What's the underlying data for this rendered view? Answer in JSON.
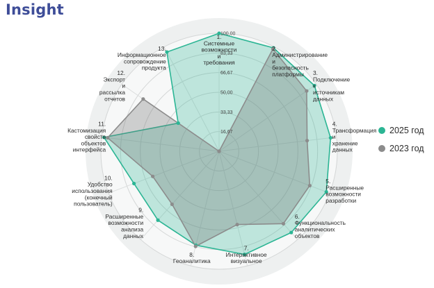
{
  "header": {
    "title": "Insight"
  },
  "chart_data": {
    "type": "radar",
    "title": "",
    "axes": [
      [
        "1.",
        "Системные",
        "возможности",
        "и",
        "требования"
      ],
      [
        "2.",
        "Администрирование",
        "и",
        "безопасность",
        "платформы"
      ],
      [
        "3.",
        "Подключение",
        "к",
        "источникам",
        "данных"
      ],
      [
        "4.",
        "Трансформация",
        "и",
        "хранение",
        "данных"
      ],
      [
        "5.",
        "Расширенные",
        "возможности",
        "разработки"
      ],
      [
        "6.",
        "Функциональность",
        "аналитических",
        "объектов"
      ],
      [
        "7.",
        "Интерактивное",
        "визуальное"
      ],
      [
        "8.",
        "Геоаналитика"
      ],
      [
        "9.",
        "Расширенные",
        "возможности",
        "анализа",
        "данных"
      ],
      [
        "10.",
        "Удобство",
        "использования",
        "(конечный",
        "пользователь)"
      ],
      [
        "11.",
        "Кастомизация",
        "свойств",
        "объектов",
        "интерфейса"
      ],
      [
        "12.",
        "Экспорт",
        "и",
        "рассылка",
        "отчетов"
      ],
      [
        "13.",
        "Информационное",
        "сопровождение",
        "продукта"
      ]
    ],
    "ticks": [
      "16,67",
      "33,33",
      "50,00",
      "66,67",
      "83,33",
      "100,00"
    ],
    "rlim": [
      0,
      100
    ],
    "grid": true,
    "legend_position": "right",
    "series": [
      {
        "name": "2025 год",
        "color": "#2bb594",
        "fill": "rgba(43,181,148,0.28)",
        "values": [
          100,
          99,
          98,
          95,
          97,
          92,
          90,
          82,
          78,
          77,
          98,
          42,
          95
        ]
      },
      {
        "name": "2023 год",
        "color": "#8c8c8c",
        "fill": "rgba(110,110,110,0.30)",
        "values": [
          0,
          98,
          90,
          75,
          82,
          82,
          64,
          83,
          60,
          60,
          95,
          78,
          0
        ]
      }
    ]
  }
}
